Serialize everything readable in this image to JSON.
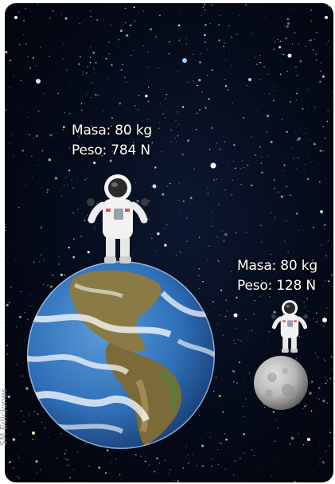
{
  "earth_label": {
    "mass": "Masa: 80 kg",
    "weight": "Peso: 784 N"
  },
  "moon_label": {
    "mass": "Masa: 80 kg",
    "weight": "Peso: 128 N"
  },
  "credit": "SM Ediciones",
  "colors": {
    "space": "#050a18",
    "ocean": "#2f6fb8",
    "land": "#8a7a45",
    "moon": "#b8b8b8"
  }
}
